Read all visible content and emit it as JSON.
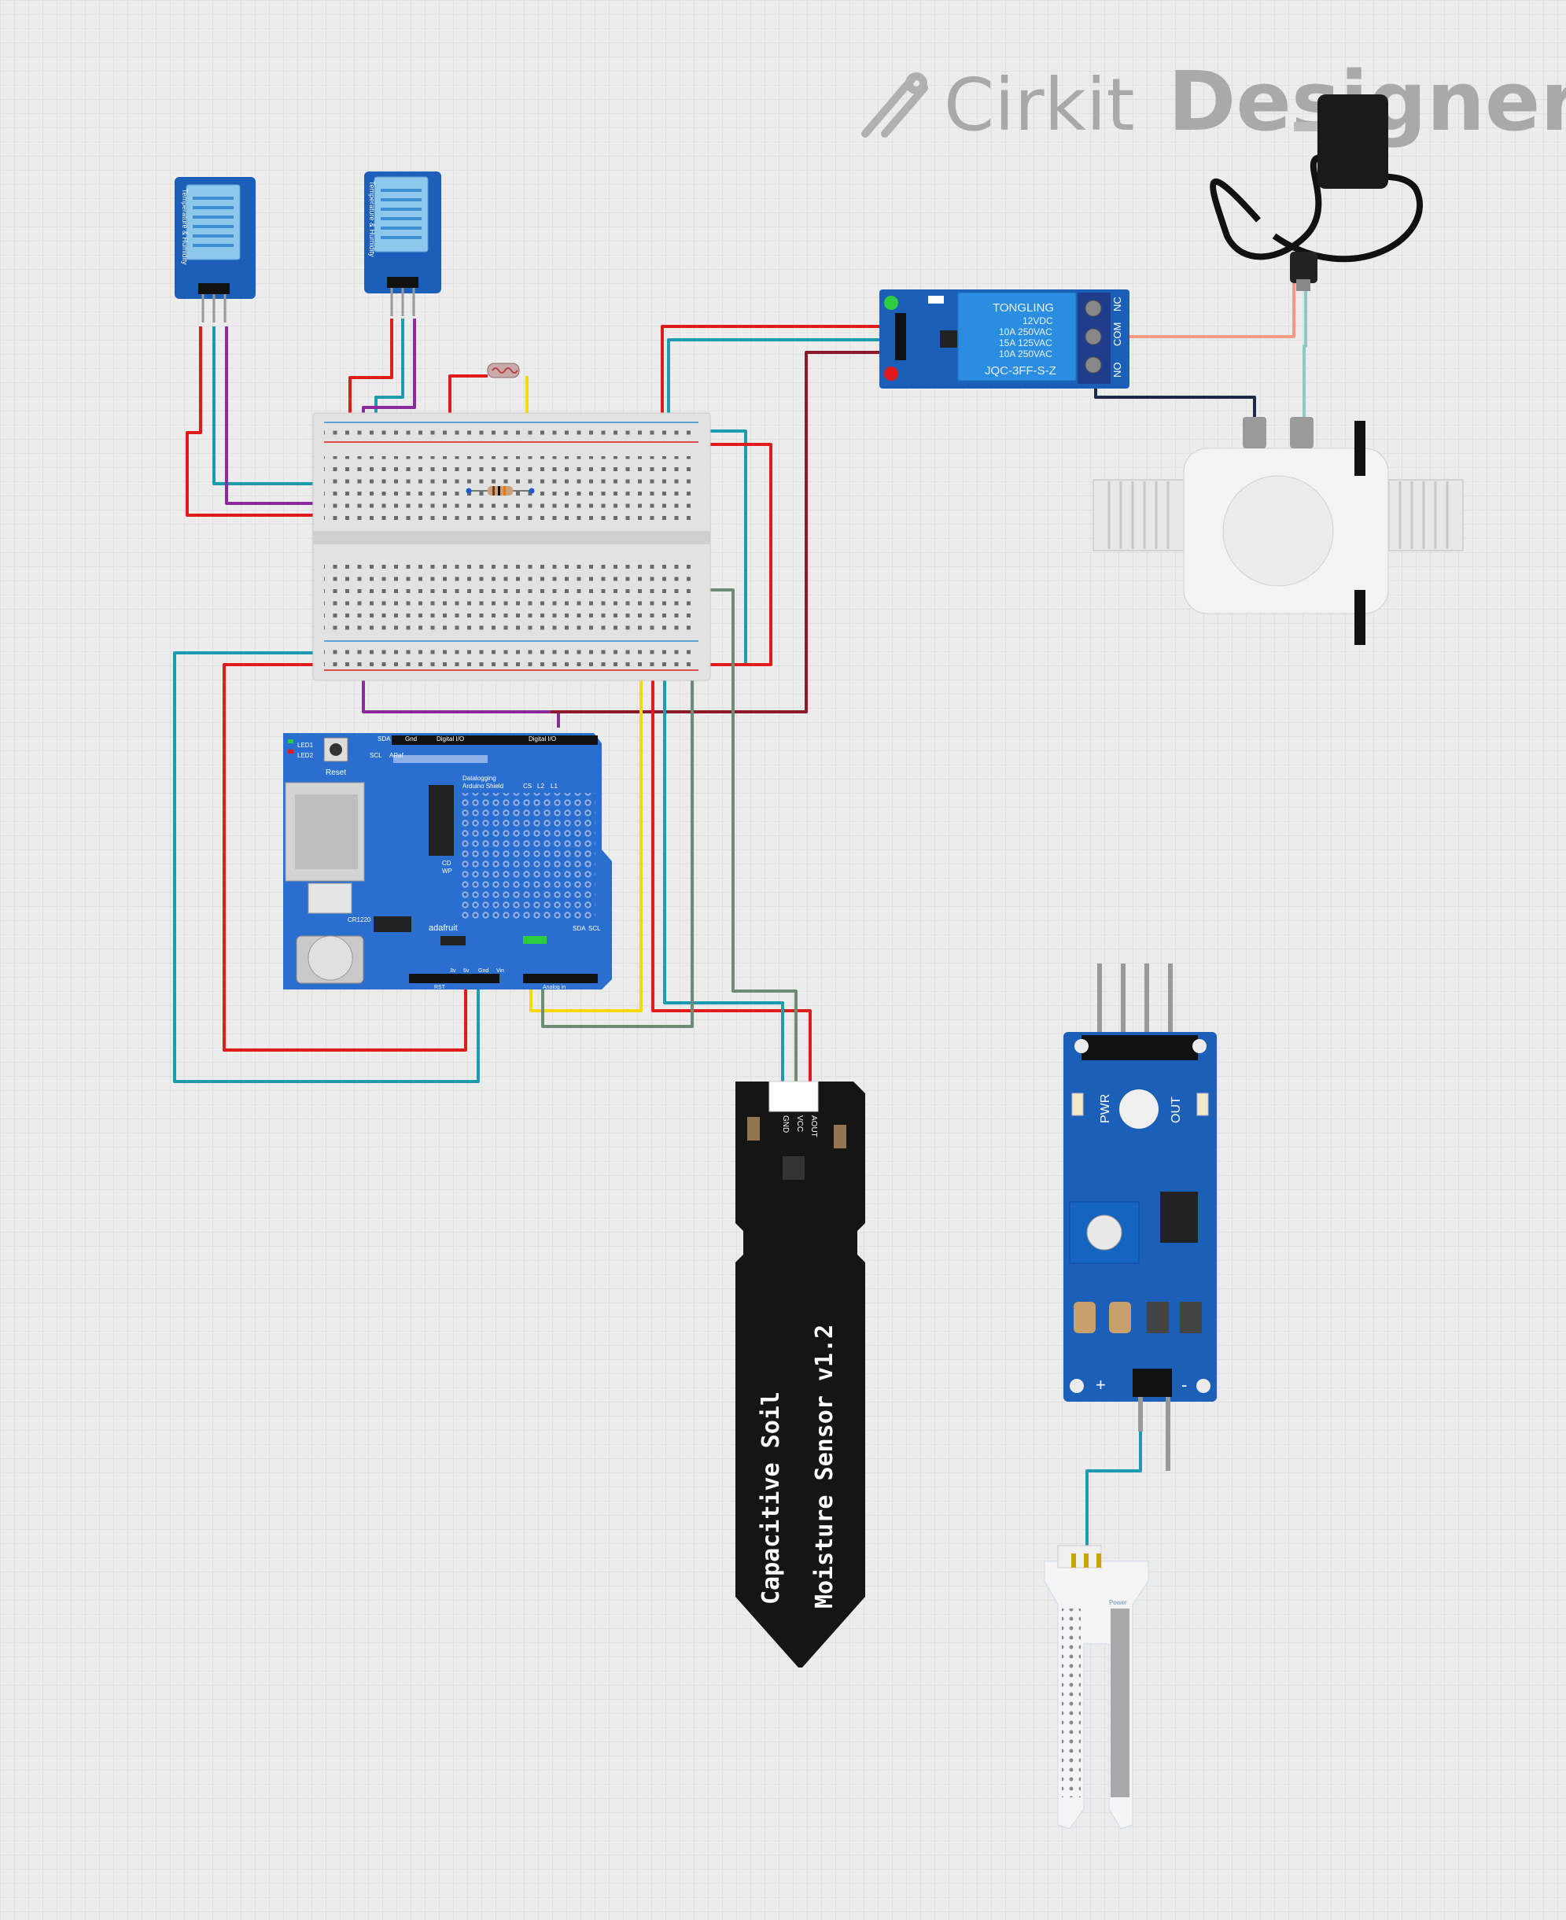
{
  "app": {
    "logo_word1": "Cirkit",
    "logo_word2": "Designer"
  },
  "components": {
    "dht11_a": {
      "label": "Temperature & Humidity"
    },
    "dht11_b": {
      "label": "Temperature & Humidity"
    },
    "relay": {
      "brand": "TONGLING",
      "spec1": "12VDC",
      "spec2": "10A 250VAC",
      "spec3": "15A 125VAC",
      "spec4": "10A 250VAC",
      "model": "JQC-3FF-S-Z",
      "pin_no": "NO",
      "pin_com": "COM",
      "pin_nc": "NC"
    },
    "logger_shield": {
      "title": "Datalogging",
      "subtitle": "Arduino Shield",
      "brand": "adafruit",
      "reset": "Reset",
      "led1": "LED1",
      "led2": "LED2",
      "battery": "CR1220",
      "sda_top": "SDA",
      "gnd_top": "Gnd",
      "digital_io_left": "Digital I/O",
      "digital_io_right": "Digital I/O",
      "scl_top": "SCL",
      "aref": "ARef",
      "sda": "SDA",
      "scl": "SCL",
      "cs": "CS",
      "l2": "L2",
      "l1": "L1",
      "cd": "CD",
      "wp": "WP",
      "rst": "RST",
      "v3": "3v",
      "v5": "5v",
      "gnd": "Gnd",
      "vin": "Vin",
      "analog_in": "Analog in"
    },
    "capacitive_sensor": {
      "line1": "Capacitive Soil",
      "line2": "Moisture Sensor v1.2",
      "gnd": "GND",
      "vcc": "VCC",
      "aout": "AOUT"
    },
    "moisture_module": {
      "pwr": "PWR",
      "out": "OUT",
      "plus": "+",
      "minus": "-"
    },
    "probe": {
      "power": "Power"
    }
  },
  "colors": {
    "red": "#e01b1b",
    "teal": "#1f9bb0",
    "purple": "#8a2a9c",
    "yellow": "#f5d90a",
    "darkred": "#8b1a2a",
    "sage": "#6e8c74",
    "navy": "#1d2a4a",
    "salmon": "#f49a82",
    "lightteal": "#8fc9c4",
    "blueboard": "#1b5fb8",
    "shield": "#2a6fd0"
  }
}
